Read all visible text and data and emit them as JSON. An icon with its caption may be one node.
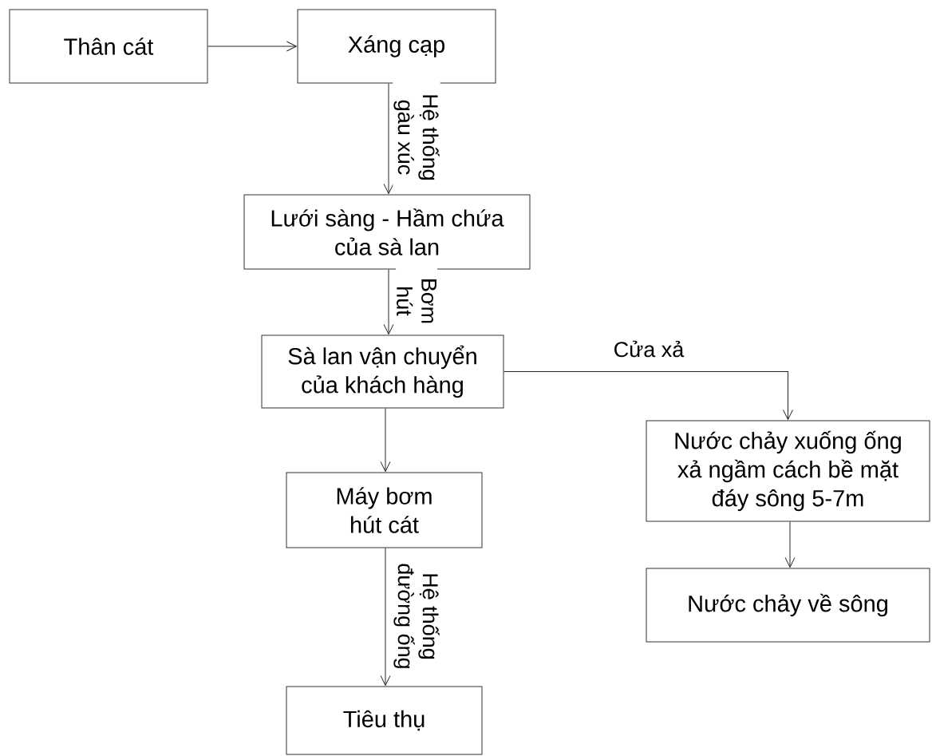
{
  "diagram": {
    "nodes": [
      {
        "text": [
          "Thân cát"
        ]
      },
      {
        "text": [
          "Xáng cạp"
        ]
      },
      {
        "text": [
          "Lưới sàng - Hầm chứa của sà lan"
        ]
      },
      {
        "text": [
          "Sà lan vận chuyển của khách hàng"
        ]
      },
      {
        "text": [
          "Máy bơm hút cát"
        ]
      },
      {
        "text": [
          "Nước chảy xuống ống xả ngầm cách bề mặt đáy sông 5-7m"
        ]
      },
      {
        "text": [
          "Nước chảy về sông"
        ]
      },
      {
        "text": [
          "Tiêu thụ"
        ]
      }
    ],
    "edges": [
      {
        "from": 0,
        "to": 1,
        "arrow": "to"
      },
      {
        "from": 1,
        "to": 2,
        "arrow": "to",
        "label": "Hệ thống gàu xúc"
      },
      {
        "from": 2,
        "to": 3,
        "arrow": "to",
        "label": "Bơm hút"
      },
      {
        "from": 3,
        "to": 4,
        "arrow": "to"
      },
      {
        "from": 3,
        "to": 5,
        "arrow": "to",
        "label": "Cửa xả"
      },
      {
        "from": 5,
        "to": 6,
        "arrow": "to"
      },
      {
        "from": 4,
        "to": 7,
        "arrow": "to",
        "label": "Hệ thống đường ống"
      }
    ]
  }
}
